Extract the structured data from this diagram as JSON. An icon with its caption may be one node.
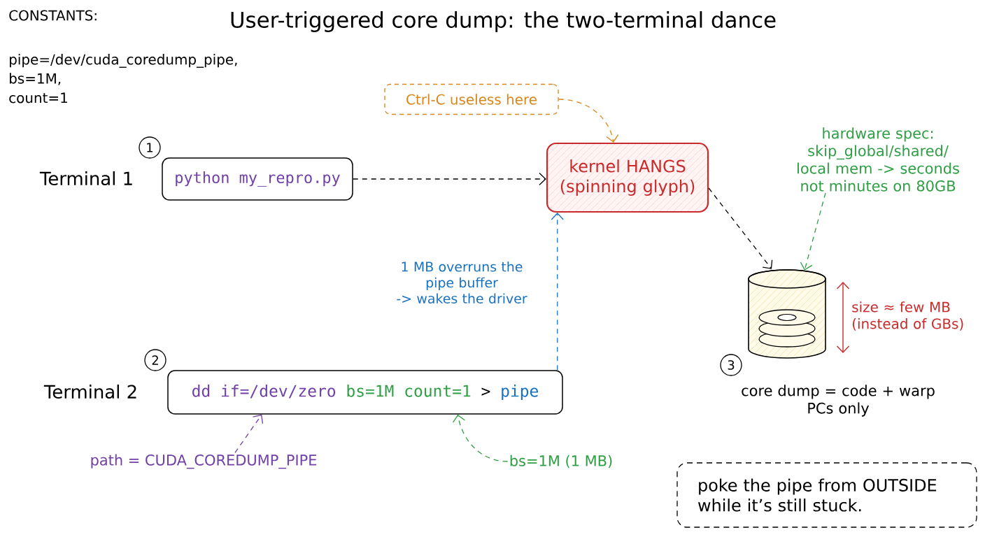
{
  "diagram": {
    "title": "User-triggered core dump: the two-terminal dance",
    "nodes": [
      {
        "text": [
          "Ctrl-C useless here"
        ]
      },
      {
        "text": [
          "python my_repro.py"
        ],
        "beside": [
          "Terminal 1"
        ]
      },
      {
        "text": [
          "kernel HANGS (spinning glyph)"
        ]
      },
      {
        "text": [
          "hardware spec: skip_global/shared/ local mem -> seconds not minutes on 80GB"
        ]
      },
      {
        "text": [],
        "shape": "cylinder",
        "beside": [
          "core dump = code + warp PCs only"
        ]
      },
      {
        "text": [
          "dd if=/dev/zero bs=1M count=1 > pipe"
        ],
        "beside": [
          "Terminal 2"
        ]
      },
      {
        "text": [
          "path = CUDA_COREDUMP_PIPE"
        ]
      },
      {
        "text": [
          "bs=1M (1 MB)"
        ]
      },
      {
        "text": [
          "poke the pipe from OUTSIDE while it’s still stuck."
        ]
      }
    ],
    "edges": [
      {
        "from": 0,
        "to": 2,
        "arrow": "to",
        "style": "dashed",
        "color": "#d9861c"
      },
      {
        "from": 1,
        "to": 2,
        "arrow": "to",
        "style": "dashed"
      },
      {
        "from": 2,
        "to": 4,
        "arrow": "to",
        "style": "dashed"
      },
      {
        "from": 3,
        "to": 4,
        "arrow": "to",
        "style": "dashed",
        "color": "#2f9e44"
      },
      {
        "from": 5,
        "to": 2,
        "arrow": "to",
        "style": "dashed",
        "color": "#1971c2",
        "label": "1 MB overruns the pipe buffer -> wakes the driver"
      },
      {
        "from": 6,
        "to": 5,
        "arrow": "to",
        "style": "dashed",
        "color": "#7040a8"
      },
      {
        "from": 7,
        "to": 5,
        "arrow": "to",
        "style": "dashed",
        "color": "#2f9e44"
      }
    ],
    "labels": [
      "CONSTANTS:",
      "pipe=/dev/cuda_coredump_pipe,",
      "bs=1M,",
      "count=1",
      "1",
      "size ≈ few MB (instead of GBs)",
      "2",
      "3"
    ]
  }
}
